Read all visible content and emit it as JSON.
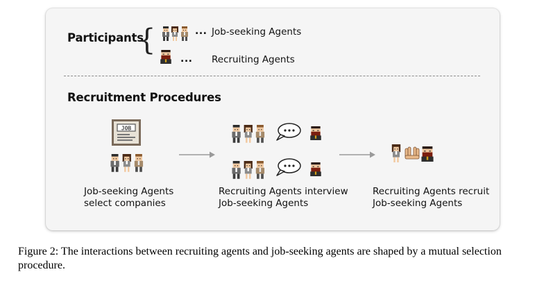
{
  "participants": {
    "heading": "Participants",
    "job_seekers_label": "Job-seeking Agents",
    "recruiters_label": "Recruiting Agents",
    "ellipsis": "..."
  },
  "procedures": {
    "heading": "Recruitment Procedures",
    "job_board_label": "JOB",
    "speech_dots": "...",
    "steps": [
      {
        "line1": "Job-seeking Agents",
        "line2": "select companies"
      },
      {
        "line1": "Recruiting Agents interview",
        "line2": "Job-seeking Agents"
      },
      {
        "line1": "Recruiting Agents recruit",
        "line2": "Job-seeking Agents"
      }
    ]
  },
  "caption": "Figure 2: The interactions between recruiting agents and job-seeking agents are shaped by a mutual selection procedure.",
  "colors": {
    "card_bg": "#f5f5f5",
    "arrow": "#9a9a9a",
    "divider": "#8a8a8a",
    "recruiter_beard": "#7a1e0e",
    "skin": "#f1c9a0"
  },
  "icons": [
    "job-seeker-icon",
    "recruiter-icon",
    "job-board-icon",
    "speech-bubble-icon",
    "handshake-icon"
  ]
}
